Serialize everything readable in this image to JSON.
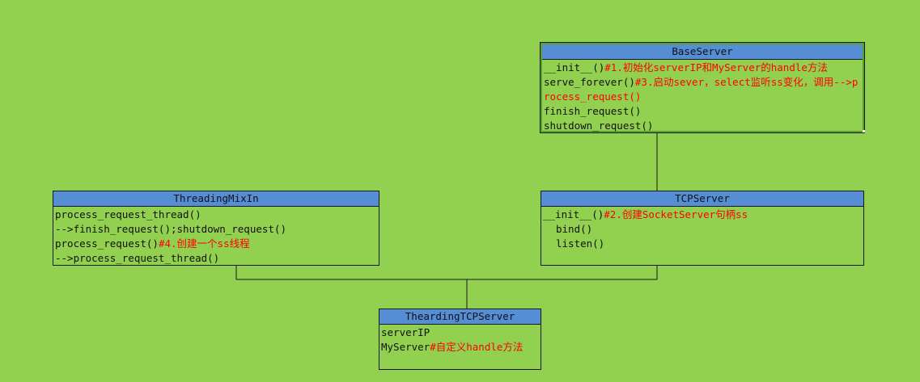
{
  "classes": {
    "base_server": {
      "title": "BaseServer",
      "r1_code": "__init__()",
      "r1_note": "#1.初始化serverIP和MyServer的handle方法",
      "r2_code": "serve_forever()",
      "r2_note": "#3.启动sever，select监听ss变化，调用-->process_request()",
      "r3_code": "finish_request()",
      "r4_code": "shutdown_request()"
    },
    "threading_mixin": {
      "title": "ThreadingMixIn",
      "r1_code": "process_request_thread()",
      "r2_code": "-->finish_request();shutdown_request()",
      "r3_code": "process_request()",
      "r3_note": "#4.创建一个ss线程",
      "r4_code": "-->process_request_thread()"
    },
    "tcp_server": {
      "title": "TCPServer",
      "r1_code": "__init__()",
      "r1_note": "#2.创建SocketServer句柄ss",
      "r2_code": "bind()",
      "r3_code": "listen()"
    },
    "threading_tcp_server": {
      "title": "TheardingTCPServer",
      "r1_code": "serverIP",
      "r2_code": "MyServer",
      "r2_note": "#自定义handle方法"
    }
  },
  "colors": {
    "background": "#92d050",
    "header": "#558ed5",
    "note": "#ff0000",
    "line": "#1a1a1a"
  }
}
